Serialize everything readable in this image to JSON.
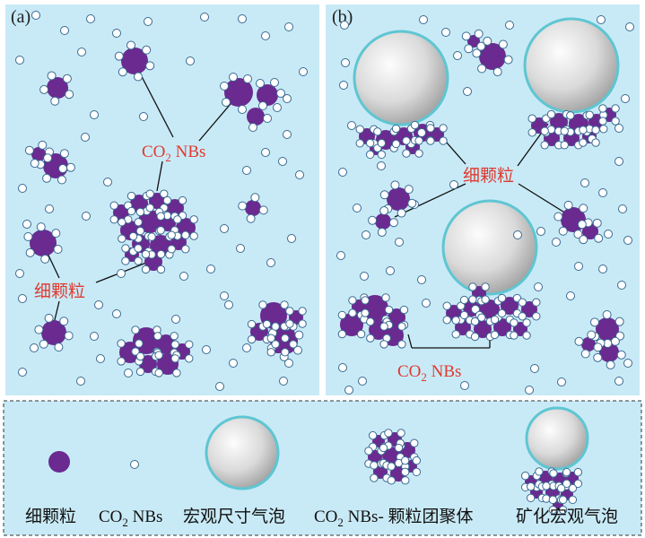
{
  "panels": {
    "a": {
      "label": "(a)",
      "nbs_label": {
        "main": "CO",
        "sub": "2",
        "tail": " NBs"
      },
      "particle_label": "细颗粒"
    },
    "b": {
      "label": "(b)",
      "particle_label": "细颗粒",
      "nbs_label": {
        "main": "CO",
        "sub": "2",
        "tail": " NBs"
      }
    }
  },
  "legend": {
    "fine_particle": "细颗粒",
    "co2_nbs": {
      "main": "CO",
      "sub": "2",
      "tail": " NBs"
    },
    "macro_bubble": "宏观尺寸气泡",
    "aggregate": {
      "main": "CO",
      "sub": "2",
      "tail": " NBs- 颗粒团聚体"
    },
    "mineralized_bubble": "矿化宏观气泡"
  },
  "colors": {
    "water": "#c8eaf6",
    "particle": "#6a2a90",
    "nanobubble_fill": "#ffffff",
    "nanobubble_stroke": "#3a6a92",
    "bubble_rim": "#5ec6d2",
    "label_red": "#e03a2f"
  }
}
